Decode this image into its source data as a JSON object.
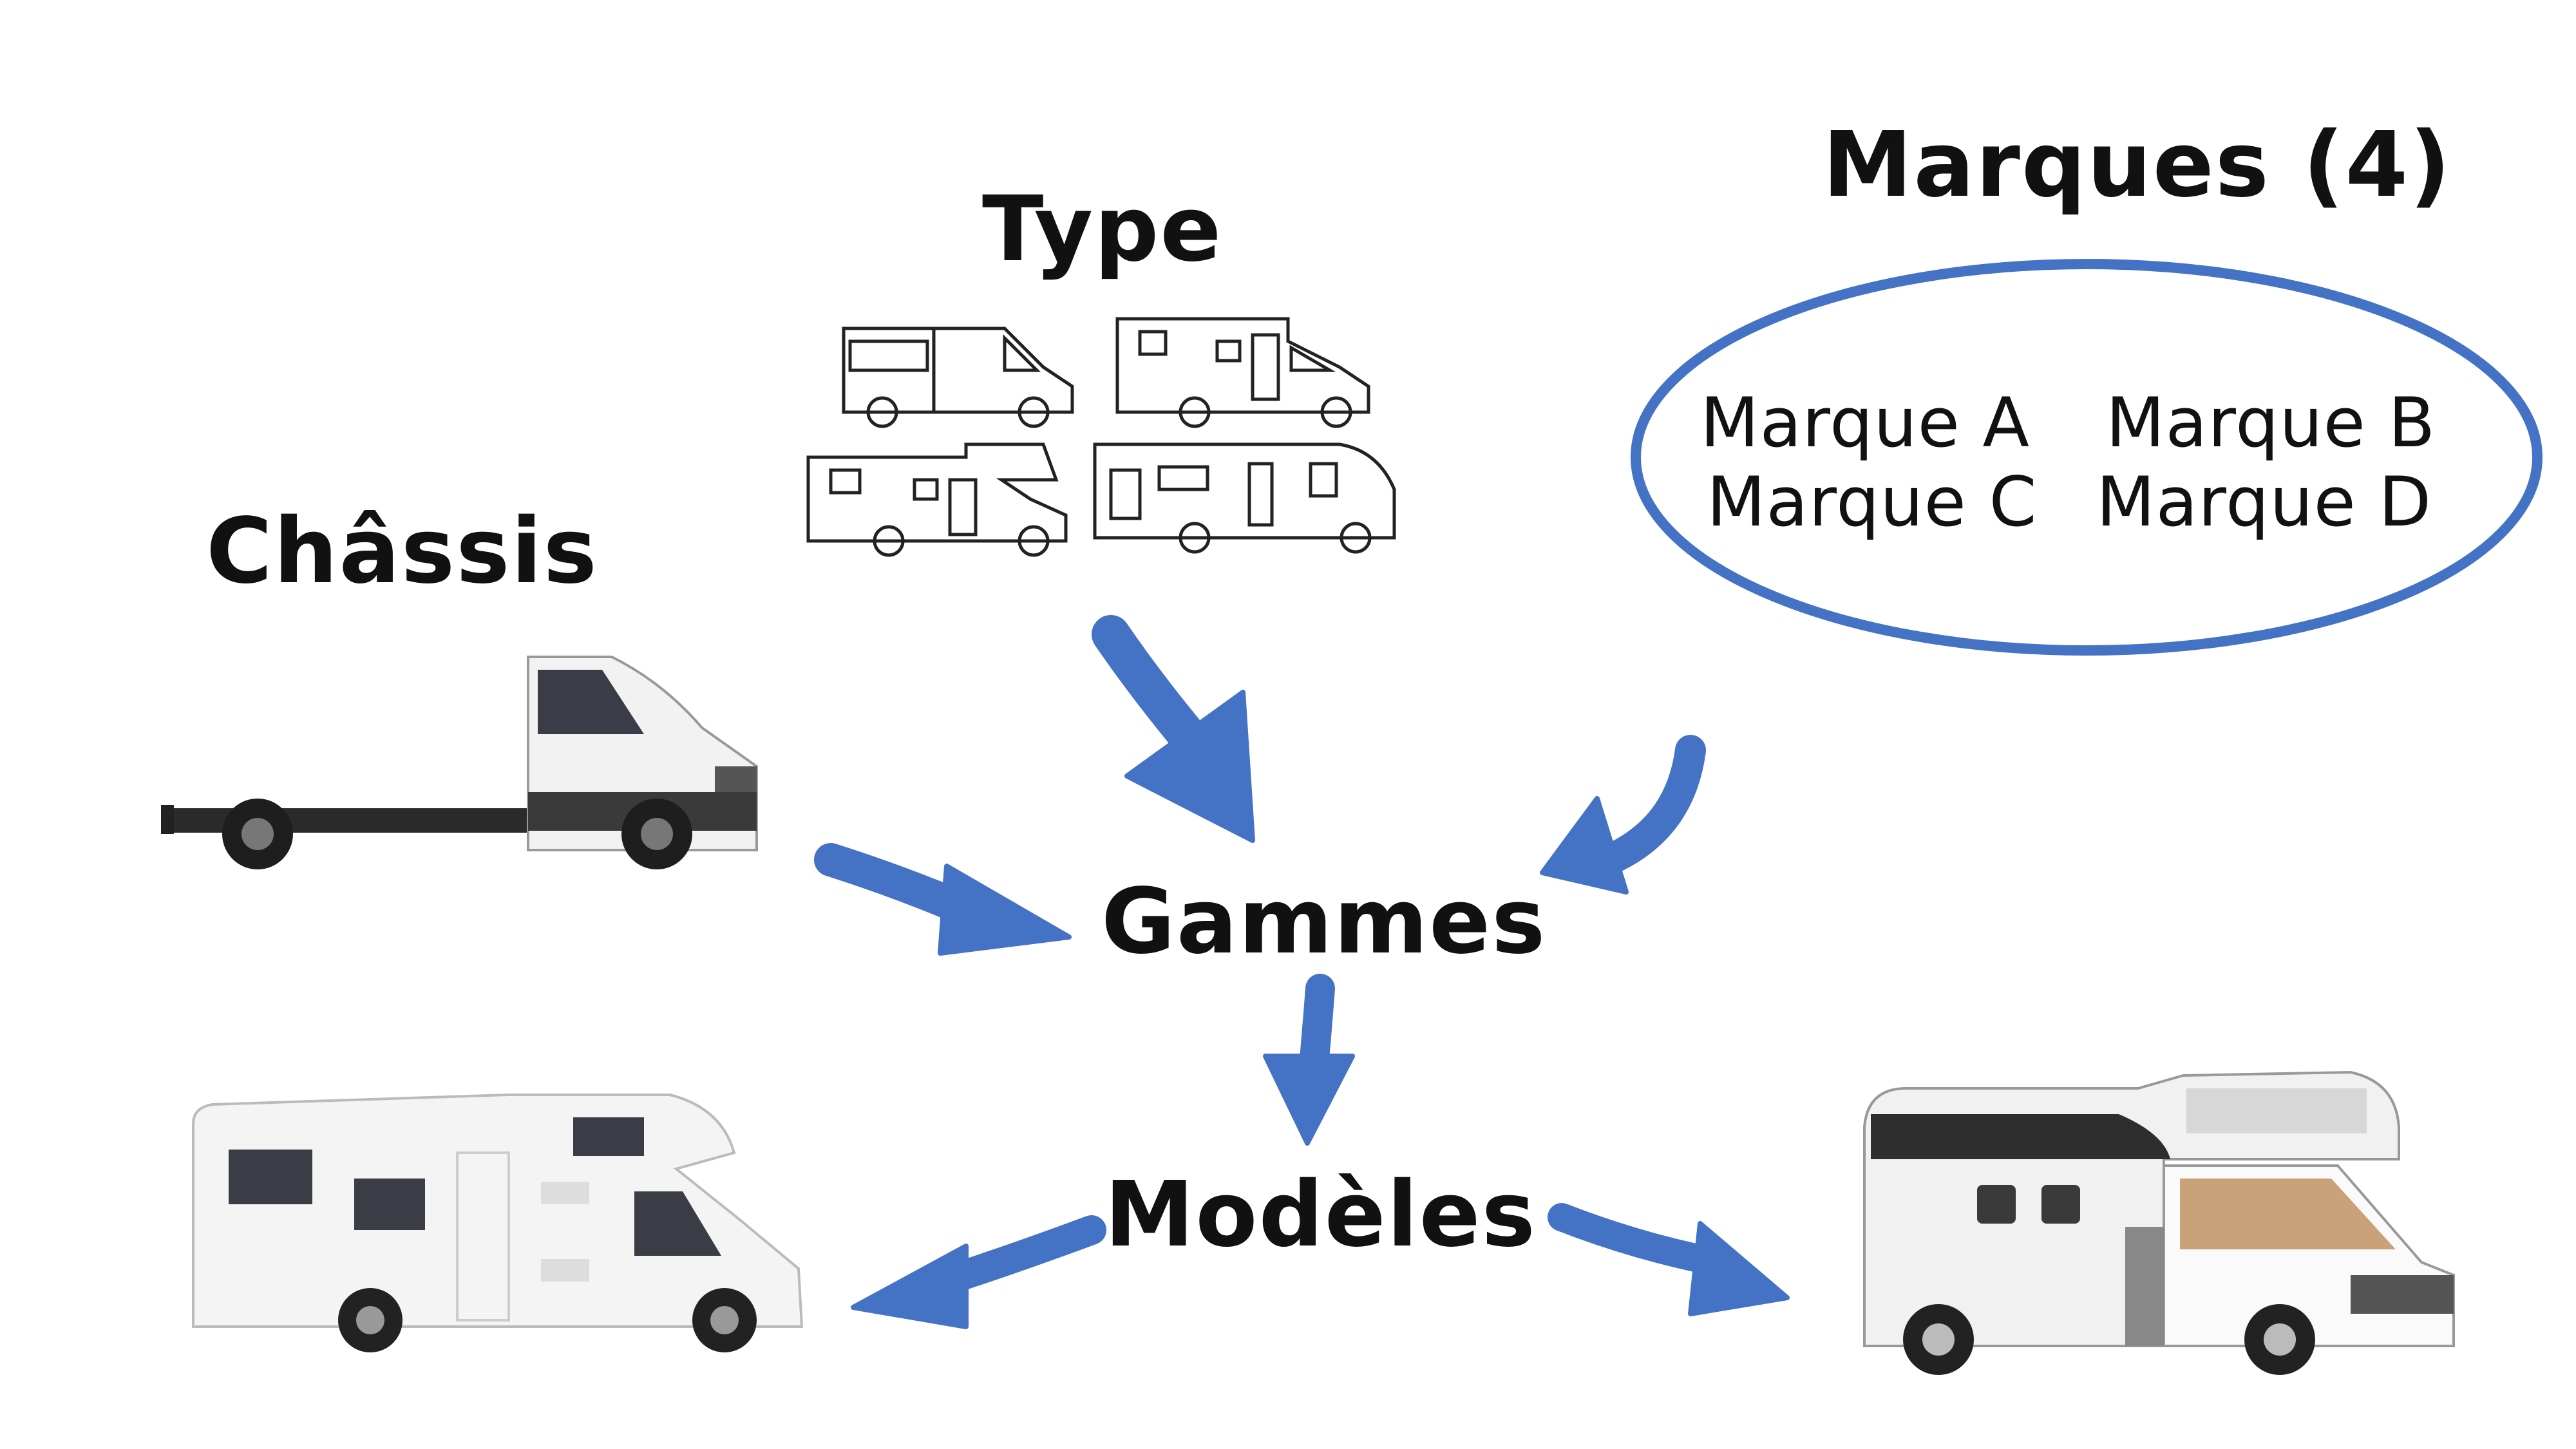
{
  "labels": {
    "type": "Type",
    "chassis": "Châssis",
    "marques": "Marques (4)",
    "gammes": "Gammes",
    "modeles": "Modèles"
  },
  "brands": [
    "Marque A",
    "Marque B",
    "Marque C",
    "Marque D"
  ],
  "colors": {
    "accent": "#4472c4",
    "text": "#111111"
  },
  "icons": [
    "van-outline-icon",
    "motorhome-outline-icon",
    "overcab-motorhome-outline-icon",
    "integral-motorhome-outline-icon",
    "chassis-cab-truck-icon",
    "overcab-motorhome-icon",
    "truck-camper-icon"
  ]
}
